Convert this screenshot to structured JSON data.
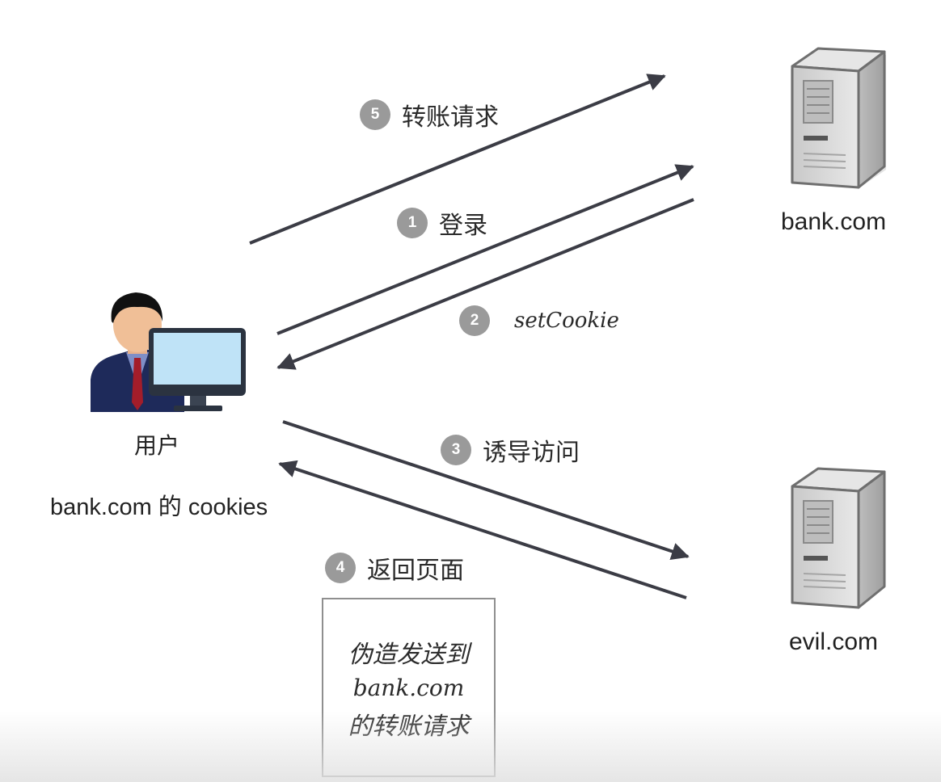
{
  "nodes": {
    "user": {
      "label": "用户",
      "note": "bank.com 的 cookies"
    },
    "bank_server": {
      "label": "bank.com"
    },
    "evil_server": {
      "label": "evil.com"
    }
  },
  "steps": [
    {
      "number": "5",
      "text": "转账请求"
    },
    {
      "number": "1",
      "text": "登录"
    },
    {
      "number": "2",
      "text": "setCookie"
    },
    {
      "number": "3",
      "text": "诱导访问"
    },
    {
      "number": "4",
      "text": "返回页面"
    }
  ],
  "note_box": {
    "lines": [
      "伪造发送到",
      "bank.com",
      "的转账请求"
    ]
  },
  "colors": {
    "arrow": "#3b3c45",
    "step_badge": "#9a9a9a",
    "server_body": "#d9d9d9",
    "monitor_screen": "#bfe3f7"
  }
}
